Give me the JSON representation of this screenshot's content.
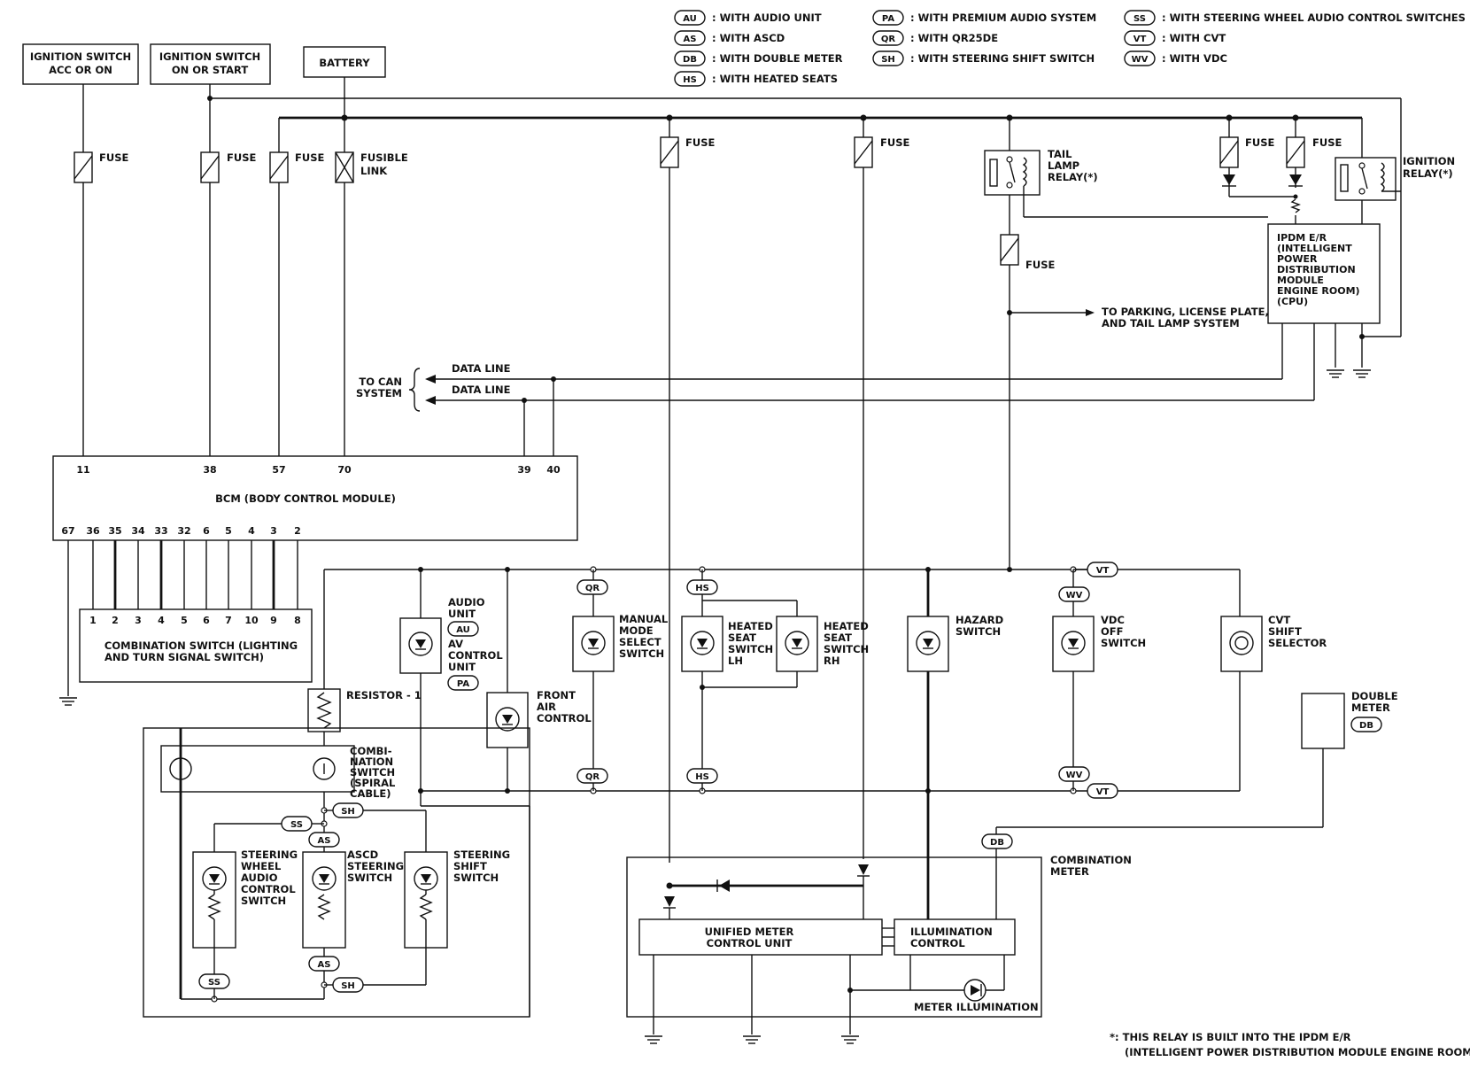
{
  "legend": [
    {
      "code": "AU",
      "text": ": WITH AUDIO UNIT"
    },
    {
      "code": "AS",
      "text": ": WITH ASCD"
    },
    {
      "code": "DB",
      "text": ": WITH DOUBLE METER"
    },
    {
      "code": "HS",
      "text": ": WITH HEATED SEATS"
    },
    {
      "code": "PA",
      "text": ": WITH PREMIUM AUDIO SYSTEM"
    },
    {
      "code": "QR",
      "text": ": WITH QR25DE"
    },
    {
      "code": "SH",
      "text": ": WITH STEERING SHIFT SWITCH"
    },
    {
      "code": "SS",
      "text": ": WITH STEERING WHEEL AUDIO CONTROL SWITCHES"
    },
    {
      "code": "VT",
      "text": ": WITH CVT"
    },
    {
      "code": "WV",
      "text": ": WITH VDC"
    }
  ],
  "sources": {
    "ign_acc": [
      "IGNITION SWITCH",
      "ACC OR ON"
    ],
    "ign_start": [
      "IGNITION SWITCH",
      "ON OR START"
    ],
    "battery": "BATTERY"
  },
  "labels": {
    "fuse": "FUSE",
    "fusible_link": [
      "FUSIBLE",
      "LINK"
    ],
    "tail_lamp_relay": [
      "TAIL",
      "LAMP",
      "RELAY(*)"
    ],
    "ignition_relay": [
      "IGNITION",
      "RELAY(*)"
    ],
    "ipdm": [
      "IPDM E/R",
      "(INTELLIGENT",
      "POWER",
      "DISTRIBUTION",
      "MODULE",
      "ENGINE ROOM)",
      "(CPU)"
    ],
    "to_parking": [
      "TO PARKING, LICENSE PLATE,",
      "AND TAIL LAMP SYSTEM"
    ],
    "data_line": "DATA LINE",
    "to_can": [
      "TO CAN",
      "SYSTEM"
    ],
    "bcm": "BCM (BODY CONTROL MODULE)",
    "combination_switch": [
      "COMBINATION SWITCH (LIGHTING",
      "AND TURN SIGNAL SWITCH)"
    ],
    "resistor": "RESISTOR - 1",
    "spiral": [
      "COMBI-",
      "NATION",
      "SWITCH",
      "(SPIRAL",
      "CABLE)"
    ],
    "audio_unit": [
      "AUDIO",
      "UNIT"
    ],
    "av_control": [
      "AV",
      "CONTROL",
      "UNIT"
    ],
    "front_air": [
      "FRONT",
      "AIR",
      "CONTROL"
    ],
    "manual_mode": [
      "MANUAL",
      "MODE",
      "SELECT",
      "SWITCH"
    ],
    "heated_lh": [
      "HEATED",
      "SEAT",
      "SWITCH",
      "LH"
    ],
    "heated_rh": [
      "HEATED",
      "SEAT",
      "SWITCH",
      "RH"
    ],
    "hazard": [
      "HAZARD",
      "SWITCH"
    ],
    "vdc_off": [
      "VDC",
      "OFF",
      "SWITCH"
    ],
    "cvt_shift": [
      "CVT",
      "SHIFT",
      "SELECTOR"
    ],
    "double_meter": [
      "DOUBLE",
      "METER"
    ],
    "steering_audio": [
      "STEERING",
      "WHEEL",
      "AUDIO",
      "CONTROL",
      "SWITCH"
    ],
    "ascd_switch": [
      "ASCD",
      "STEERING",
      "SWITCH"
    ],
    "steering_shift": [
      "STEERING",
      "SHIFT",
      "SWITCH"
    ],
    "combination_meter": [
      "COMBINATION",
      "METER"
    ],
    "unified_meter": [
      "UNIFIED METER",
      "CONTROL UNIT"
    ],
    "illumination_control": [
      "ILLUMINATION",
      "CONTROL"
    ],
    "meter_illumination": "METER ILLUMINATION",
    "footnote": [
      "*: THIS RELAY IS BUILT INTO THE IPDM E/R",
      "(INTELLIGENT POWER DISTRIBUTION MODULE ENGINE ROOM)."
    ]
  },
  "bcm_top_pins": [
    "11",
    "38",
    "57",
    "70",
    "39",
    "40"
  ],
  "bcm_bottom_pins": [
    "67",
    "36",
    "35",
    "34",
    "33",
    "32",
    "6",
    "5",
    "4",
    "3",
    "2"
  ],
  "comb_switch_pins": [
    "1",
    "2",
    "3",
    "4",
    "5",
    "6",
    "7",
    "10",
    "9",
    "8"
  ]
}
